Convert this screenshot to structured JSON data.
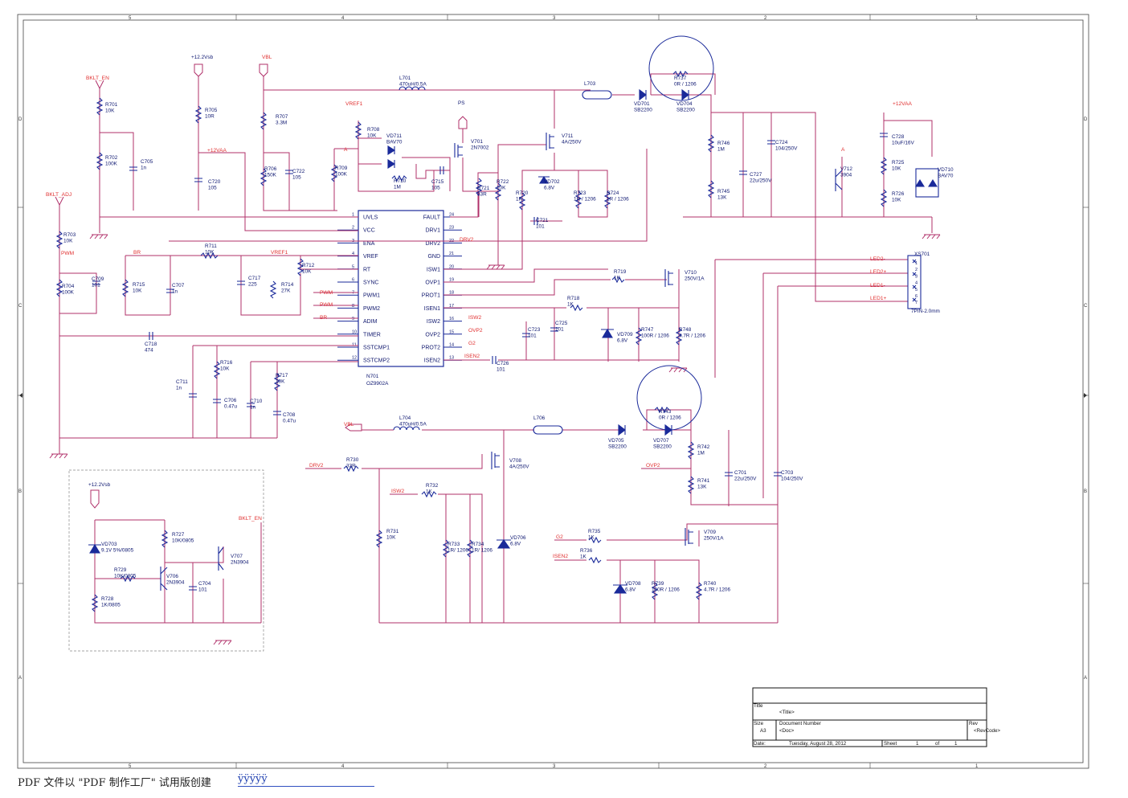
{
  "zones": {
    "cols": [
      "5",
      "4",
      "3",
      "2",
      "1"
    ],
    "rows": [
      "D",
      "C",
      "B",
      "A"
    ]
  },
  "ic": {
    "ref": "N701",
    "part": "OZ9902A",
    "left_pins": [
      [
        "1",
        "UVLS"
      ],
      [
        "2",
        "VCC"
      ],
      [
        "3",
        "ENA"
      ],
      [
        "4",
        "VREF"
      ],
      [
        "5",
        "RT"
      ],
      [
        "6",
        "SYNC"
      ],
      [
        "7",
        "PWM1"
      ],
      [
        "8",
        "PWM2"
      ],
      [
        "9",
        "ADIM"
      ],
      [
        "10",
        "TIMER"
      ],
      [
        "11",
        "SSTCMP1"
      ],
      [
        "12",
        "SSTCMP2"
      ]
    ],
    "right_pins": [
      [
        "24",
        "FAULT"
      ],
      [
        "23",
        "DRV1"
      ],
      [
        "22",
        "DRV2"
      ],
      [
        "21",
        "GND"
      ],
      [
        "20",
        "ISW1"
      ],
      [
        "19",
        "OVP1"
      ],
      [
        "18",
        "PROT1"
      ],
      [
        "17",
        "ISEN1"
      ],
      [
        "16",
        "ISW2"
      ],
      [
        "15",
        "OVP2"
      ],
      [
        "14",
        "PROT2"
      ],
      [
        "13",
        "ISEN2"
      ]
    ]
  },
  "labels": [
    {
      "id": "r701",
      "t": [
        "R701",
        "10K"
      ]
    },
    {
      "id": "r702",
      "t": [
        "R702",
        "100K"
      ]
    },
    {
      "id": "c705",
      "t": [
        "C705",
        "1n"
      ]
    },
    {
      "id": "r705",
      "t": [
        "R705",
        "10R"
      ]
    },
    {
      "id": "c720",
      "t": [
        "C720",
        "105"
      ]
    },
    {
      "id": "r707",
      "t": [
        "R707",
        "3.3M"
      ]
    },
    {
      "id": "r706",
      "t": [
        "R706",
        "150K"
      ]
    },
    {
      "id": "c722",
      "t": [
        "C722",
        "105"
      ]
    },
    {
      "id": "r708",
      "t": [
        "R708",
        "10K"
      ]
    },
    {
      "id": "r709",
      "t": [
        "R709",
        "100K"
      ]
    },
    {
      "id": "vd711",
      "t": [
        "VD711",
        "BAV70"
      ]
    },
    {
      "id": "r710",
      "t": [
        "R710",
        "1M"
      ]
    },
    {
      "id": "c715",
      "t": [
        "C715",
        "105"
      ]
    },
    {
      "id": "v701",
      "t": [
        "V701",
        "2N7002"
      ]
    },
    {
      "id": "l701",
      "t": [
        "L701",
        "470uH/0.5A"
      ]
    },
    {
      "id": "v711",
      "t": [
        "V711",
        "4A/250V"
      ]
    },
    {
      "id": "r721",
      "t": [
        "R721",
        "33R"
      ]
    },
    {
      "id": "r722",
      "t": [
        "R722",
        "10K"
      ]
    },
    {
      "id": "r720",
      "t": [
        "R720",
        "1K"
      ]
    },
    {
      "id": "vd702",
      "t": [
        "VD702",
        "6.8V"
      ]
    },
    {
      "id": "c721",
      "t": [
        "C721",
        "101"
      ]
    },
    {
      "id": "r723",
      "t": [
        "R723",
        "1R / 1206"
      ]
    },
    {
      "id": "r724",
      "t": [
        "R724",
        "1R / 1206"
      ]
    },
    {
      "id": "l703",
      "t": [
        "L703"
      ]
    },
    {
      "id": "vd701",
      "t": [
        "VD701",
        "SB2200"
      ]
    },
    {
      "id": "vd704",
      "t": [
        "VD704",
        "SB2200"
      ]
    },
    {
      "id": "r737",
      "t": [
        "R737",
        "0R / 1206"
      ]
    },
    {
      "id": "r746",
      "t": [
        "R746",
        "1M"
      ]
    },
    {
      "id": "r745",
      "t": [
        "R745",
        "13K"
      ]
    },
    {
      "id": "c727",
      "t": [
        "C727",
        "22u/250V"
      ]
    },
    {
      "id": "c724",
      "t": [
        "C724",
        "104/250V"
      ]
    },
    {
      "id": "v712",
      "t": [
        "V712",
        "3904"
      ]
    },
    {
      "id": "c728",
      "t": [
        "C728",
        "10uF/16V"
      ]
    },
    {
      "id": "r725",
      "t": [
        "R725",
        "10K"
      ]
    },
    {
      "id": "r726",
      "t": [
        "R726",
        "10K"
      ]
    },
    {
      "id": "vd710",
      "t": [
        "VD710",
        "BAV70"
      ]
    },
    {
      "id": "r703",
      "t": [
        "R703",
        "10K"
      ]
    },
    {
      "id": "r704",
      "t": [
        "R704",
        "100K"
      ]
    },
    {
      "id": "c709",
      "t": [
        "C709",
        "101"
      ]
    },
    {
      "id": "r711",
      "t": [
        "R711",
        "10K"
      ]
    },
    {
      "id": "r715",
      "t": [
        "R715",
        "10K"
      ]
    },
    {
      "id": "c707",
      "t": [
        "C707",
        "1n"
      ]
    },
    {
      "id": "c717",
      "t": [
        "C717",
        "225"
      ]
    },
    {
      "id": "r712",
      "t": [
        "R712",
        "10K"
      ]
    },
    {
      "id": "r714",
      "t": [
        "R714",
        "27K"
      ]
    },
    {
      "id": "c718",
      "t": [
        "C718",
        "474"
      ]
    },
    {
      "id": "r716",
      "t": [
        "R716",
        "10K"
      ]
    },
    {
      "id": "c711",
      "t": [
        "C711",
        "1n"
      ]
    },
    {
      "id": "c706",
      "t": [
        "C706",
        "0.47u"
      ]
    },
    {
      "id": "c710",
      "t": [
        "C710",
        "1n"
      ]
    },
    {
      "id": "r717",
      "t": [
        "R717",
        "10K"
      ]
    },
    {
      "id": "c708",
      "t": [
        "C708",
        "0.47u"
      ]
    },
    {
      "id": "r719",
      "t": [
        "R719",
        "1K"
      ]
    },
    {
      "id": "v710",
      "t": [
        "V710",
        "250V/1A"
      ]
    },
    {
      "id": "r718",
      "t": [
        "R718",
        "1K"
      ]
    },
    {
      "id": "c723",
      "t": [
        "C723",
        "101"
      ]
    },
    {
      "id": "c725",
      "t": [
        "C725",
        "101"
      ]
    },
    {
      "id": "vd709",
      "t": [
        "VD709",
        "6.8V"
      ]
    },
    {
      "id": "r747",
      "t": [
        "R747",
        "100R / 1206"
      ]
    },
    {
      "id": "r748",
      "t": [
        "R748",
        "4.7R / 1206"
      ]
    },
    {
      "id": "c726",
      "t": [
        "C726",
        "101"
      ]
    },
    {
      "id": "xs701",
      "t": [
        "XS701"
      ]
    },
    {
      "id": "xsfoot",
      "t": [
        "7PIN-2.0mm"
      ]
    },
    {
      "id": "l704",
      "t": [
        "L704",
        "470uH/0.5A"
      ]
    },
    {
      "id": "l706",
      "t": [
        "L706"
      ]
    },
    {
      "id": "vd705",
      "t": [
        "VD705",
        "SB2200"
      ]
    },
    {
      "id": "vd707",
      "t": [
        "VD707",
        "SB2200"
      ]
    },
    {
      "id": "r743",
      "t": [
        "R743",
        "0R / 1206"
      ]
    },
    {
      "id": "r742",
      "t": [
        "R742",
        "1M"
      ]
    },
    {
      "id": "r741",
      "t": [
        "R741",
        "13K"
      ]
    },
    {
      "id": "c701",
      "t": [
        "C701",
        "22u/250V"
      ]
    },
    {
      "id": "c703",
      "t": [
        "C703",
        "104/250V"
      ]
    },
    {
      "id": "r730",
      "t": [
        "R730",
        "33R"
      ]
    },
    {
      "id": "v708",
      "t": [
        "V708",
        "4A/250V"
      ]
    },
    {
      "id": "r732",
      "t": [
        "R732",
        "1K"
      ]
    },
    {
      "id": "r731",
      "t": [
        "R731",
        "10K"
      ]
    },
    {
      "id": "r733",
      "t": [
        "R733",
        "1R/ 1206"
      ]
    },
    {
      "id": "r734",
      "t": [
        "R734",
        "1R/ 1206"
      ]
    },
    {
      "id": "vd706",
      "t": [
        "VD706",
        "6.8V"
      ]
    },
    {
      "id": "r735",
      "t": [
        "R735",
        "1K"
      ]
    },
    {
      "id": "r736",
      "t": [
        "R736",
        "1K"
      ]
    },
    {
      "id": "v709",
      "t": [
        "V709",
        "250V/1A"
      ]
    },
    {
      "id": "vd708",
      "t": [
        "VD708",
        "6.8V"
      ]
    },
    {
      "id": "r739",
      "t": [
        "R739",
        "100R / 1206"
      ]
    },
    {
      "id": "r740",
      "t": [
        "R740",
        "4.7R / 1206"
      ]
    },
    {
      "id": "vd703",
      "t": [
        "VD703",
        "9.1V  5%/0805"
      ]
    },
    {
      "id": "r727",
      "t": [
        "R727",
        "10K/0805"
      ]
    },
    {
      "id": "r729",
      "t": [
        "R729",
        "10K/0805"
      ]
    },
    {
      "id": "v706",
      "t": [
        "V706",
        "2N3904"
      ]
    },
    {
      "id": "c704",
      "t": [
        "C704",
        "101"
      ]
    },
    {
      "id": "v707",
      "t": [
        "V707",
        "2N3904"
      ]
    },
    {
      "id": "r728",
      "t": [
        "R728",
        "1K/0805"
      ]
    }
  ],
  "nets": {
    "bklt_en": "BKLT_EN",
    "bklt_adj": "BKLT_ADJ",
    "vsb": "+12.2Vsb",
    "vbl": "VBL",
    "vref1": "VREF1",
    "ps": "PS",
    "a": "A",
    "v12vaa": "+12VAA",
    "pwm": "PWM",
    "br": "BR",
    "drv2": "DRV2",
    "isw2": "ISW2",
    "ovp2": "OVP2",
    "g2": "G2",
    "isen2": "ISEN2",
    "led2m": "LED2-",
    "led2p": "LED2+",
    "led1m": "LED1-",
    "led1p": "LED1+"
  },
  "xs_pins": [
    "1",
    "2",
    "3",
    "4",
    "5",
    "6",
    "7"
  ],
  "title_block": {
    "title_label": "Title",
    "title_value": "<Title>",
    "size_label": "Size",
    "size_value": "A3",
    "docnum_label": "Document Number",
    "docnum_value": "<Doc>",
    "rev_label": "Rev",
    "rev_value": "<RevCode>",
    "date_label": "Date:",
    "date_value": "Tuesday, August 28, 2012",
    "sheet_label": "Sheet",
    "sheet_value": "1",
    "of_label": "of",
    "of_value": "1"
  },
  "footer": {
    "text": "PDF 文件以 \"PDF 制作工厂\" 试用版创建",
    "mark": "ÿÿÿÿÿ"
  }
}
